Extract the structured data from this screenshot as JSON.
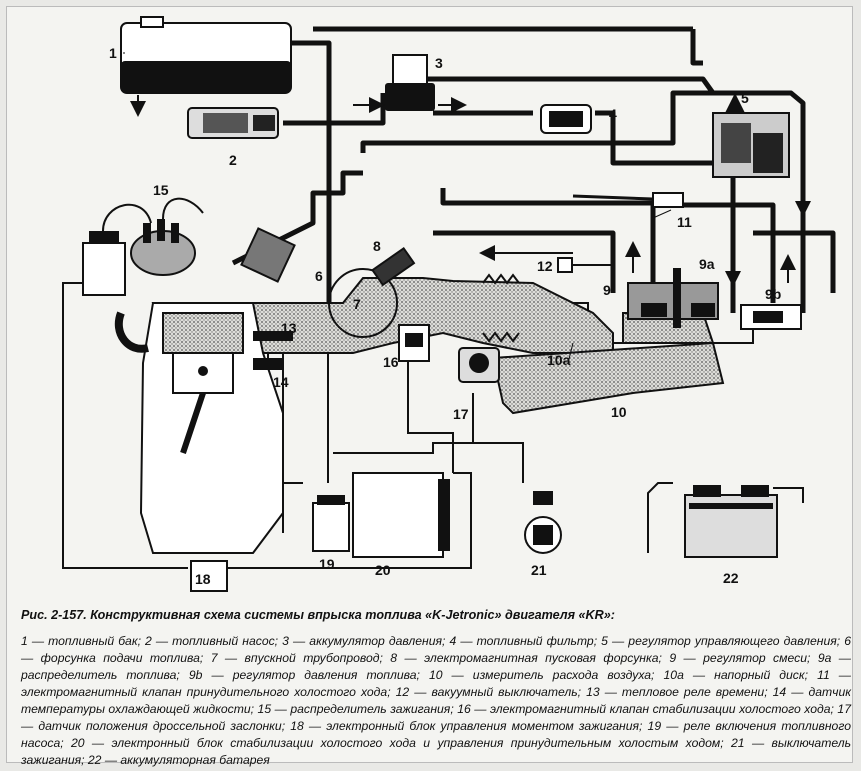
{
  "figure": {
    "caption_title": "Рис. 2-157. Конструктивная схема системы впрыска топлива «K-Jetronic» двигателя «KR»:",
    "legend_text": "1 — топливный бак; 2 — топливный насос; 3 — аккумулятор давления; 4 — топливный фильтр; 5 — регулятор управляющего давления; 6 — форсунка подачи топлива; 7 — впускной трубопровод; 8 — электромагнитная пусковая форсунка; 9 — регулятор смеси; 9а — распределитель топлива; 9b — регулятор давления топлива; 10 — измеритель расхода воздуха; 10а — напорный диск; 11 — электромагнитный клапан принудительного холостого хода; 12 — вакуумный выключатель; 13 — тепловое реле времени; 14 — датчик температуры охлаждающей жидкости; 15 — распределитель зажигания; 16 — электромагнитный клапан стабилизации холостого хода; 17 — датчик положения дроссельной заслонки; 18 — электронный блок управления моментом зажигания; 19 — реле включения топливного насоса; 20 — электронный блок стабилизации холостого хода и управления принудительным холостым ходом; 21 — выключатель зажигания; 22 — аккумуляторная батарея"
  },
  "labels": {
    "l1": "1",
    "l2": "2",
    "l3": "3",
    "l4": "4",
    "l5": "5",
    "l6": "6",
    "l7": "7",
    "l8": "8",
    "l9": "9",
    "l9a": "9a",
    "l9b": "9b",
    "l10": "10",
    "l10a": "10a",
    "l11": "11",
    "l12": "12",
    "l13": "13",
    "l14": "14",
    "l15": "15",
    "l16": "16",
    "l17": "17",
    "l18": "18",
    "l19": "19",
    "l20": "20",
    "l21": "21",
    "l22": "22"
  },
  "colors": {
    "ink": "#111111",
    "paper": "#f4f4f1",
    "stipple": "#8a8a86"
  }
}
